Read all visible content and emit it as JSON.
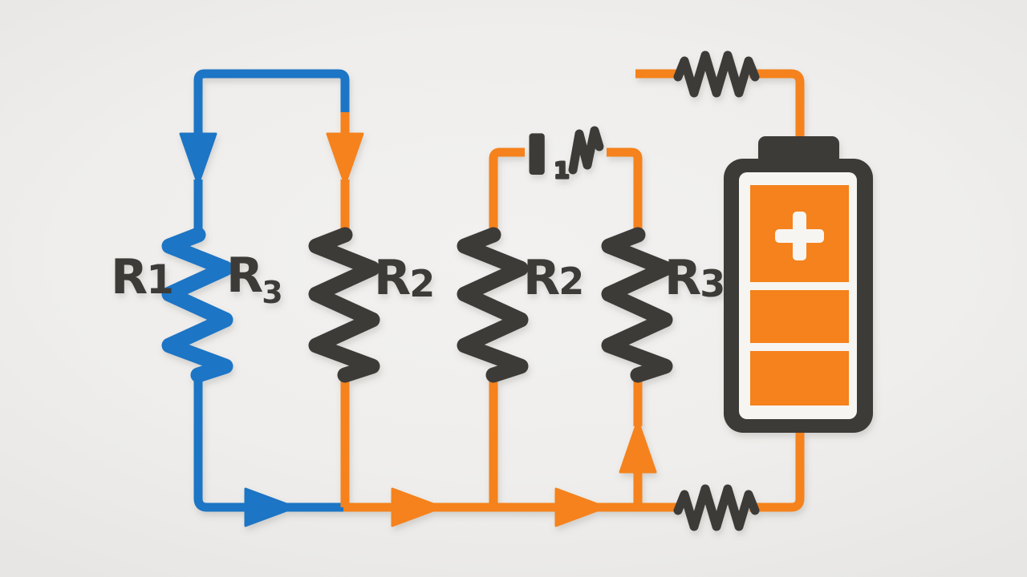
{
  "colors": {
    "bg": "#efeeec",
    "blue": "#1b74c5",
    "orange": "#f5821d",
    "dark": "#3c3b39",
    "paper": "#f7f5f2"
  },
  "labels": {
    "branch1_left": {
      "base": "R",
      "sub": "1"
    },
    "branch1_right": {
      "base": "R",
      "sub": "3"
    },
    "branch2": {
      "base": "R",
      "sub": "2"
    },
    "branch3": {
      "base": "R",
      "sub": "2"
    },
    "branch4": {
      "base": "R",
      "sub": "3"
    },
    "current": {
      "base": "I",
      "sub": "1"
    }
  },
  "icons": {
    "battery_plus": "+",
    "current_squiggle": "zigzag",
    "series_resistor_top": "zigzag-resistor",
    "series_resistor_bottom": "zigzag-resistor"
  }
}
